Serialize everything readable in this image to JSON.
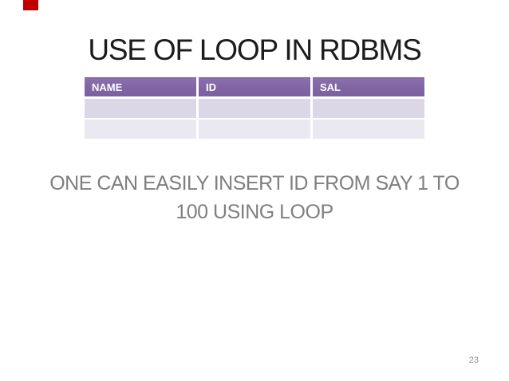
{
  "slide": {
    "title": "USE OF LOOP IN RDBMS",
    "body_lines": [
      "ONE CAN EASILY INSERT ID FROM SAY 1 TO",
      "100 USING LOOP"
    ],
    "page_number": "23"
  },
  "table": {
    "columns": [
      "NAME",
      "ID",
      "SAL"
    ],
    "rows": [
      [
        "",
        "",
        ""
      ],
      [
        "",
        "",
        ""
      ]
    ]
  },
  "colors": {
    "accent-purple": "#8064A2",
    "accent-purple-dark": "#6E5694",
    "header-text": "#FFFFFF",
    "row-odd": "#DBD7E6",
    "row-even": "#EAE8F1",
    "title-text": "#1C1C1C",
    "body-text": "#7F7F7F",
    "page-number": "#8F8F8F",
    "red-marker": "#C00000"
  }
}
